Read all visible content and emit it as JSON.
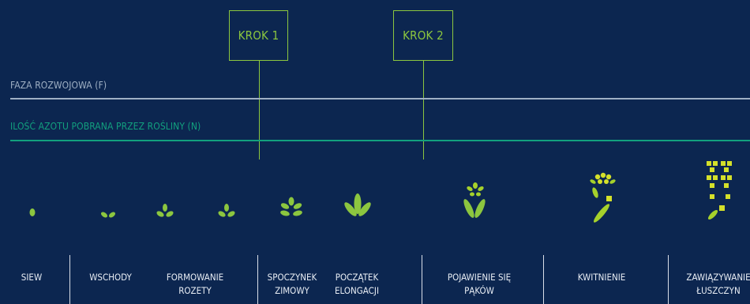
{
  "steps": [
    {
      "label": "KROK 1"
    },
    {
      "label": "KROK 2"
    }
  ],
  "rows": {
    "phase": {
      "label": "FAZA ROZWOJOWA (F)",
      "color": "#9fb0c4"
    },
    "nitrogen": {
      "label": "ILOŚĆ AZOTU POBRANA PRZEZ ROŚLINY (N)",
      "color": "#12a07e"
    }
  },
  "stages": [
    {
      "label": "SIEW"
    },
    {
      "label": "WSCHODY"
    },
    {
      "label": "FORMOWANIE\nROZETY"
    },
    {
      "label": "SPOCZYNEK\nZIMOWY"
    },
    {
      "label": "POCZĄTEK\nELONGACJI"
    },
    {
      "label": "POJAWIENIE SIĘ\nPĄKÓW"
    },
    {
      "label": "KWITNIENIE"
    },
    {
      "label": "ZAWIĄZYWANIE\nŁUSZCZYN"
    }
  ],
  "colors": {
    "accent_green": "#8cc63f",
    "bright_leaf": "#a6d12b",
    "flower_yellow": "#d4e02a",
    "background": "#0c2650"
  },
  "icons": [
    "seed-icon",
    "sprout-icon",
    "small-plant-icon",
    "small-plant-icon",
    "winter-rosette-icon",
    "elongation-plant-icon",
    "bud-plant-icon",
    "flowering-plant-icon",
    "pod-plant-icon"
  ]
}
